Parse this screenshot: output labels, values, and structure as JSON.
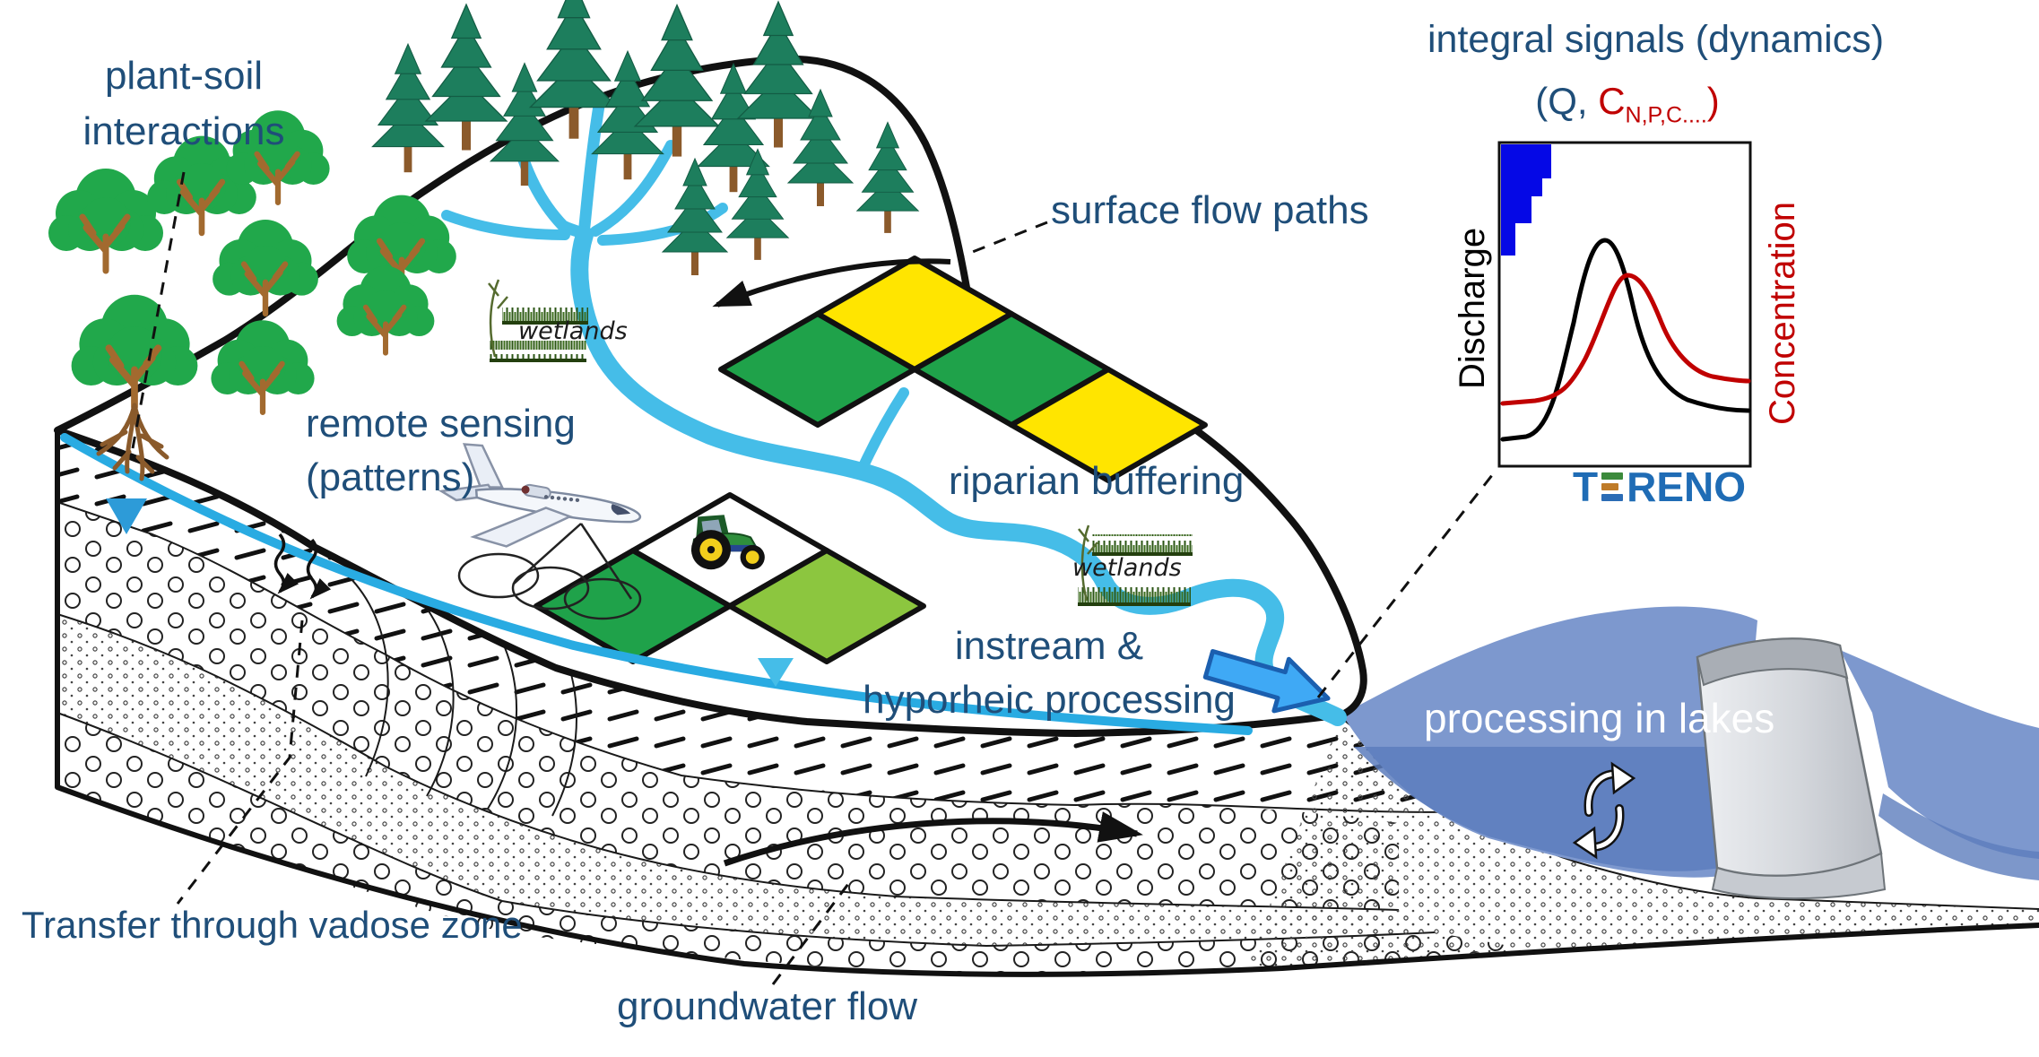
{
  "labels": {
    "plant_soil_line1": "plant-soil",
    "plant_soil_line2": "interactions",
    "surface_flow": "surface flow paths",
    "remote_sensing_line1": "remote sensing",
    "remote_sensing_line2": "(patterns)",
    "riparian": "riparian buffering",
    "instream_line1": "instream &",
    "instream_line2": "hyporheic processing",
    "processing_lakes": "processing in lakes",
    "vadose": "Transfer through vadose zone",
    "groundwater": "groundwater flow",
    "wetlands_upper": "wetlands",
    "wetlands_lower": "wetlands"
  },
  "inset": {
    "title": "integral signals (dynamics)",
    "subtitle_open": "(Q, ",
    "subtitle_c": "C",
    "subtitle_sub": "N,P,C....",
    "subtitle_close": ")",
    "axis_left": "Discharge",
    "axis_right": "Concentration",
    "logo_t": "T",
    "logo_rest": "RENO"
  },
  "colors": {
    "label_blue": "#1F4E79",
    "stream_blue": "#45BDE8",
    "water_table_blue": "#2D9BD8",
    "lake_blue": "#7D98CE",
    "lake_dark_band": "#5C7DBD",
    "field_green": "#1FA24A",
    "field_yellow": "#FFE500",
    "field_light_green": "#8CC63F",
    "conifer_green": "#1D7E5D",
    "deciduous_green": "#21A84B",
    "trunk_brown": "#A26A2F",
    "discharge_curve": "#000000",
    "concentration_curve": "#C00000",
    "precip_bar_blue": "#0508E6",
    "tereno_blue": "#1F6CB5",
    "tereno_green": "#3C8A3C",
    "tereno_orange": "#BF7B28",
    "dam_gray": "#D8DBDF",
    "outlet_arrow_blue": "#3FA9F5"
  },
  "chart_data": {
    "type": "line",
    "title": "integral signals (dynamics)",
    "subtitle": "(Q, C_N,P,C....)",
    "ylabel_left": "Discharge",
    "ylabel_right": "Concentration",
    "xlabel": "",
    "axes_ticks": "none (schematic sketch, no numeric scale)",
    "legend": "none",
    "series": [
      {
        "name": "Discharge (Q)",
        "color": "#000000",
        "values_norm": [
          0.08,
          0.08,
          0.12,
          0.35,
          0.75,
          1.0,
          0.72,
          0.42,
          0.27,
          0.2,
          0.17,
          0.15
        ],
        "note": "storm hydrograph, early peak then recession"
      },
      {
        "name": "Concentration (C N,P,C...)",
        "color": "#C00000",
        "values_norm": [
          0.2,
          0.2,
          0.23,
          0.32,
          0.55,
          0.82,
          0.9,
          0.68,
          0.5,
          0.42,
          0.38,
          0.36
        ],
        "note": "lagged peak after the discharge peak, elevated tail"
      }
    ],
    "precip_bars_norm": [
      1.0,
      0.72,
      0.47,
      0.31
    ],
    "precip_bars_note": "blue hyetograph bars hanging from top-left inside plot frame"
  }
}
